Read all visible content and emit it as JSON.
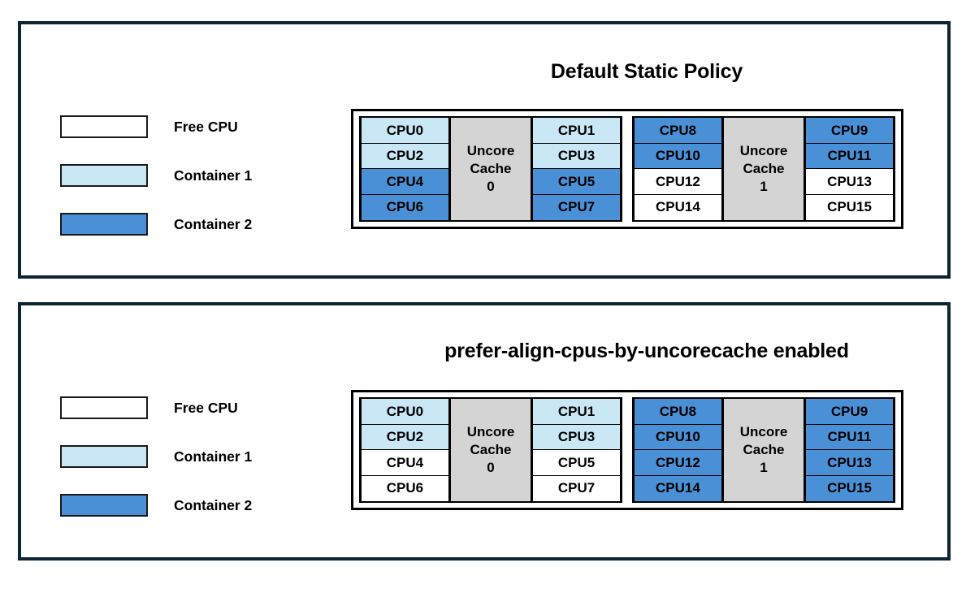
{
  "colors": {
    "free": "#ffffff",
    "container1": "#c9e7f5",
    "container2": "#4a90d6",
    "cache": "#d4d4d4",
    "frame": "#0d2432",
    "outline": "#000000"
  },
  "legend": {
    "items": [
      {
        "label": "Free CPU",
        "fill": "free"
      },
      {
        "label": "Container 1",
        "fill": "container1"
      },
      {
        "label": "Container 2",
        "fill": "container2"
      }
    ]
  },
  "panels": [
    {
      "title": "Default Static Policy",
      "groups": [
        {
          "cache_line1": "Uncore",
          "cache_line2": "Cache",
          "cache_index": "0",
          "left_column": [
            {
              "label": "CPU0",
              "fill": "container1"
            },
            {
              "label": "CPU2",
              "fill": "container1"
            },
            {
              "label": "CPU4",
              "fill": "container2"
            },
            {
              "label": "CPU6",
              "fill": "container2"
            }
          ],
          "right_column": [
            {
              "label": "CPU1",
              "fill": "container1"
            },
            {
              "label": "CPU3",
              "fill": "container1"
            },
            {
              "label": "CPU5",
              "fill": "container2"
            },
            {
              "label": "CPU7",
              "fill": "container2"
            }
          ]
        },
        {
          "cache_line1": "Uncore",
          "cache_line2": "Cache",
          "cache_index": "1",
          "left_column": [
            {
              "label": "CPU8",
              "fill": "container2"
            },
            {
              "label": "CPU10",
              "fill": "container2"
            },
            {
              "label": "CPU12",
              "fill": "free"
            },
            {
              "label": "CPU14",
              "fill": "free"
            }
          ],
          "right_column": [
            {
              "label": "CPU9",
              "fill": "container2"
            },
            {
              "label": "CPU11",
              "fill": "container2"
            },
            {
              "label": "CPU13",
              "fill": "free"
            },
            {
              "label": "CPU15",
              "fill": "free"
            }
          ]
        }
      ]
    },
    {
      "title": "prefer-align-cpus-by-uncorecache enabled",
      "groups": [
        {
          "cache_line1": "Uncore",
          "cache_line2": "Cache",
          "cache_index": "0",
          "left_column": [
            {
              "label": "CPU0",
              "fill": "container1"
            },
            {
              "label": "CPU2",
              "fill": "container1"
            },
            {
              "label": "CPU4",
              "fill": "free"
            },
            {
              "label": "CPU6",
              "fill": "free"
            }
          ],
          "right_column": [
            {
              "label": "CPU1",
              "fill": "container1"
            },
            {
              "label": "CPU3",
              "fill": "container1"
            },
            {
              "label": "CPU5",
              "fill": "free"
            },
            {
              "label": "CPU7",
              "fill": "free"
            }
          ]
        },
        {
          "cache_line1": "Uncore",
          "cache_line2": "Cache",
          "cache_index": "1",
          "left_column": [
            {
              "label": "CPU8",
              "fill": "container2"
            },
            {
              "label": "CPU10",
              "fill": "container2"
            },
            {
              "label": "CPU12",
              "fill": "container2"
            },
            {
              "label": "CPU14",
              "fill": "container2"
            }
          ],
          "right_column": [
            {
              "label": "CPU9",
              "fill": "container2"
            },
            {
              "label": "CPU11",
              "fill": "container2"
            },
            {
              "label": "CPU13",
              "fill": "container2"
            },
            {
              "label": "CPU15",
              "fill": "container2"
            }
          ]
        }
      ]
    }
  ]
}
